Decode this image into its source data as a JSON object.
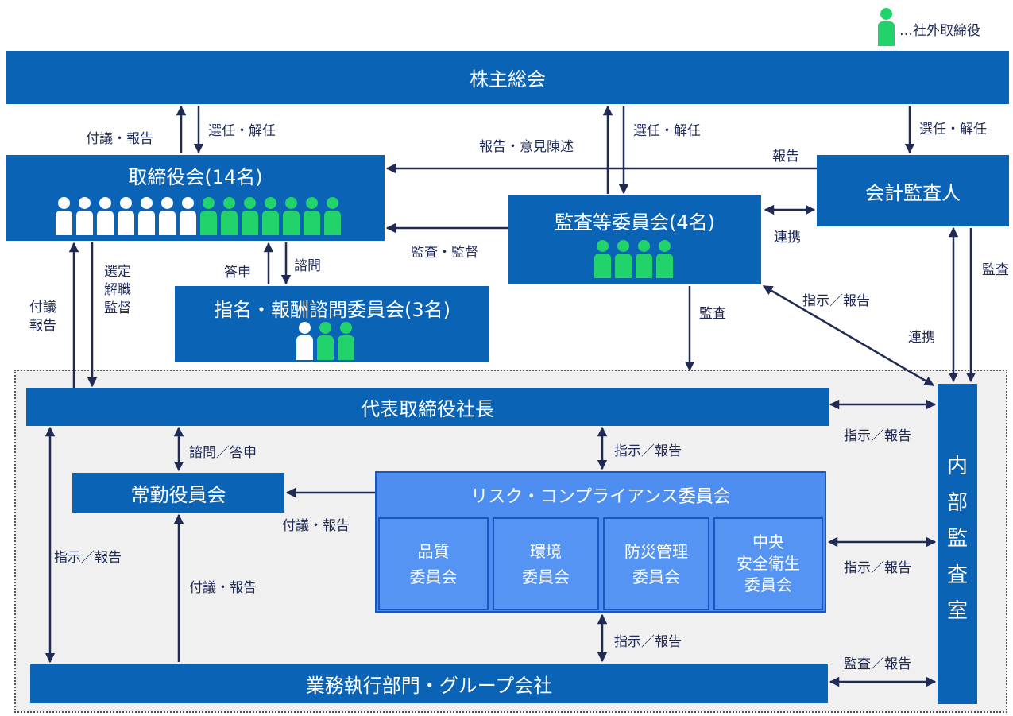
{
  "legend": {
    "text": "…社外取締役"
  },
  "boxes": {
    "shareholders": "株主総会",
    "board": "取締役会(14名)",
    "auditor": "会計監査人",
    "audit_committee": "監査等委員会(4名)",
    "nomination": "指名・報酬諮問委員会(3名)",
    "president": "代表取締役社長",
    "executive": "常勤役員会",
    "risk": "リスク・コンプライアンス委員会",
    "quality": [
      "品質",
      "委員会"
    ],
    "environment": [
      "環境",
      "委員会"
    ],
    "disaster": [
      "防災管理",
      "委員会"
    ],
    "safety": [
      "中央",
      "安全衛生",
      "委員会"
    ],
    "business": "業務執行部門・グループ会社",
    "internal_audit": [
      "内",
      "部",
      "監",
      "査",
      "室"
    ]
  },
  "labels": {
    "l1": "付議・報告",
    "l2": "選任・解任",
    "l3": "報告・意見陳述",
    "l4": "選任・解任",
    "l5": "選任・解任",
    "l6": "報告",
    "l7": "連携",
    "l8": "監査・監督",
    "l9": "答申",
    "l10": "諮問",
    "l11": [
      "付議",
      "報告"
    ],
    "l12": [
      "選定",
      "解職",
      "監督"
    ],
    "l13": "監査",
    "l14": "指示／報告",
    "l15": "連携",
    "l16": "監査",
    "l17": "諮問／答申",
    "l18": "指示／報告",
    "l19": "指示／報告",
    "l20": "付議・報告",
    "l21": "指示／報告",
    "l22": "付議・報告",
    "l23": "指示／報告",
    "l24": "指示／報告",
    "l25": "監査／報告"
  },
  "colors": {
    "box": "#0a63b4",
    "outside_director": "#22d36b",
    "inside_director": "#ffffff",
    "arrow": "#1f2a55"
  },
  "directors": {
    "board": {
      "inside": 7,
      "outside": 7
    },
    "audit_committee": {
      "inside": 0,
      "outside": 4
    },
    "nomination": {
      "inside": 1,
      "outside": 2
    }
  }
}
